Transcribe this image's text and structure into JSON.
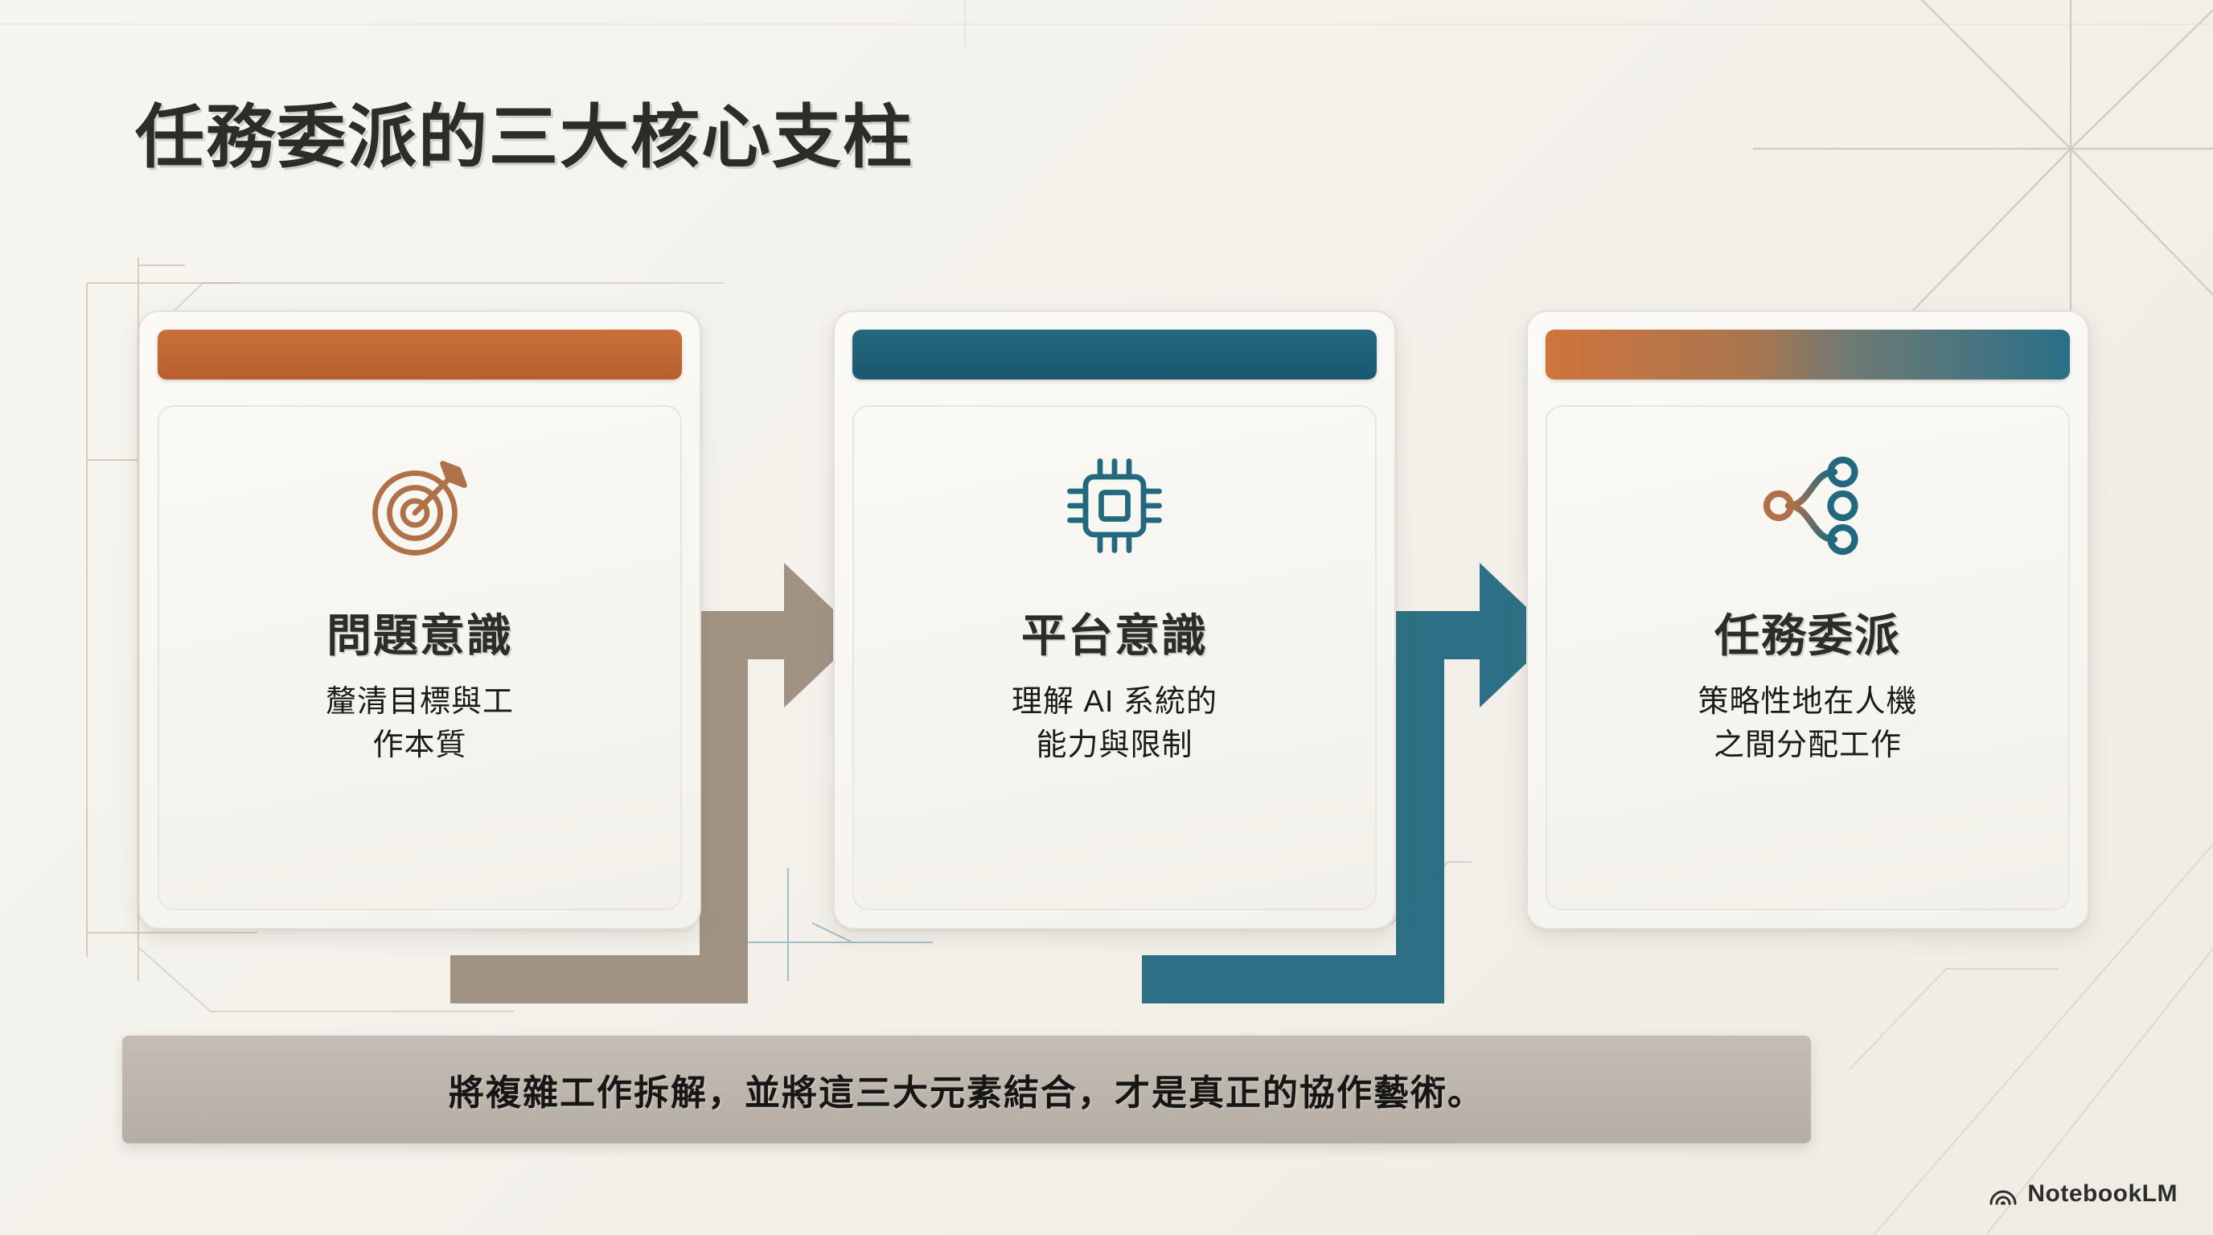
{
  "slide": {
    "title": "任務委派的三大核心支柱",
    "background_color": "#f5f3ee"
  },
  "cards": [
    {
      "icon": "target-icon",
      "title": "問題意識",
      "subtitle": "釐清目標與工\n作本質",
      "subtitle_line1": "釐清目標與工",
      "subtitle_line2": "作本質",
      "bar_color": "#b85f2d",
      "accent": "#b07048"
    },
    {
      "icon": "chip-icon",
      "title": "平台意識",
      "subtitle": "理解 AI 系統的\n能力與限制",
      "subtitle_line1": "理解 AI 系統的",
      "subtitle_line2": "能力與限制",
      "bar_color": "#1b5870",
      "accent": "#22687f"
    },
    {
      "icon": "share-nodes-icon",
      "title": "任務委派",
      "subtitle": "策略性地在人機\n之間分配工作",
      "subtitle_line1": "策略性地在人機",
      "subtitle_line2": "之間分配工作",
      "bar_color": "#d0743c → #2a7088",
      "accent": "#2a7088"
    }
  ],
  "connectors": [
    {
      "name": "arrow-card1-to-card2",
      "color": "#9c8d7d"
    },
    {
      "name": "arrow-card2-to-card3",
      "color": "#22687f"
    }
  ],
  "banner": {
    "text": "將複雜工作拆解，並將這三大元素結合，才是真正的協作藝術。",
    "color": "#b4aea5"
  },
  "watermark": {
    "label": "NotebookLM",
    "icon": "notebooklm-spiral-icon"
  }
}
